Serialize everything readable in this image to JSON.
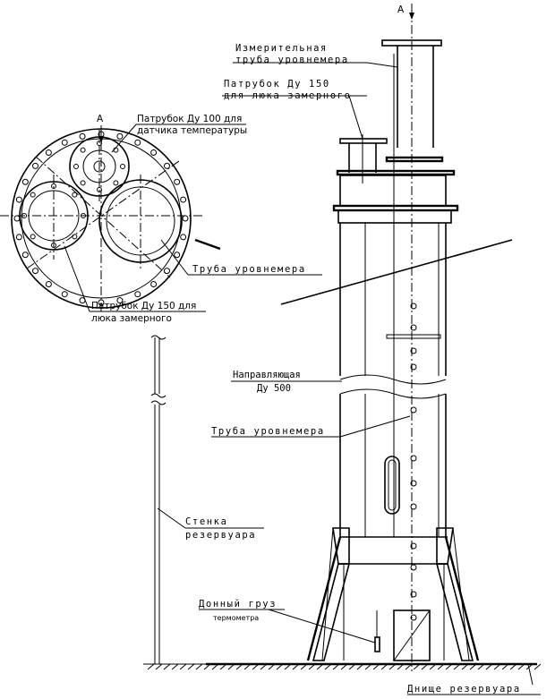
{
  "section_marks": {
    "top": "A",
    "left": "A"
  },
  "labels": {
    "measuring_tube": [
      "Измерительная",
      "труба уровнемера"
    ],
    "nozzle_150_top": [
      "Патрубок Ду 150",
      "для люка замерного"
    ],
    "nozzle_100": [
      "Патрубок Ду 100 для",
      "датчика температуры"
    ],
    "level_tube_plan": "Труба уровнемера",
    "nozzle_150_plan": [
      "Патрубок Ду 150 для",
      "люка замерного"
    ],
    "guide": [
      "Направляющая",
      "Ду 500"
    ],
    "level_tube_elev": "Труба уровнемера",
    "tank_wall": [
      "Стенка",
      "резервуара"
    ],
    "bottom_weight": [
      "Донный груз",
      "термометра"
    ],
    "tank_bottom": "Днище резервуара"
  }
}
